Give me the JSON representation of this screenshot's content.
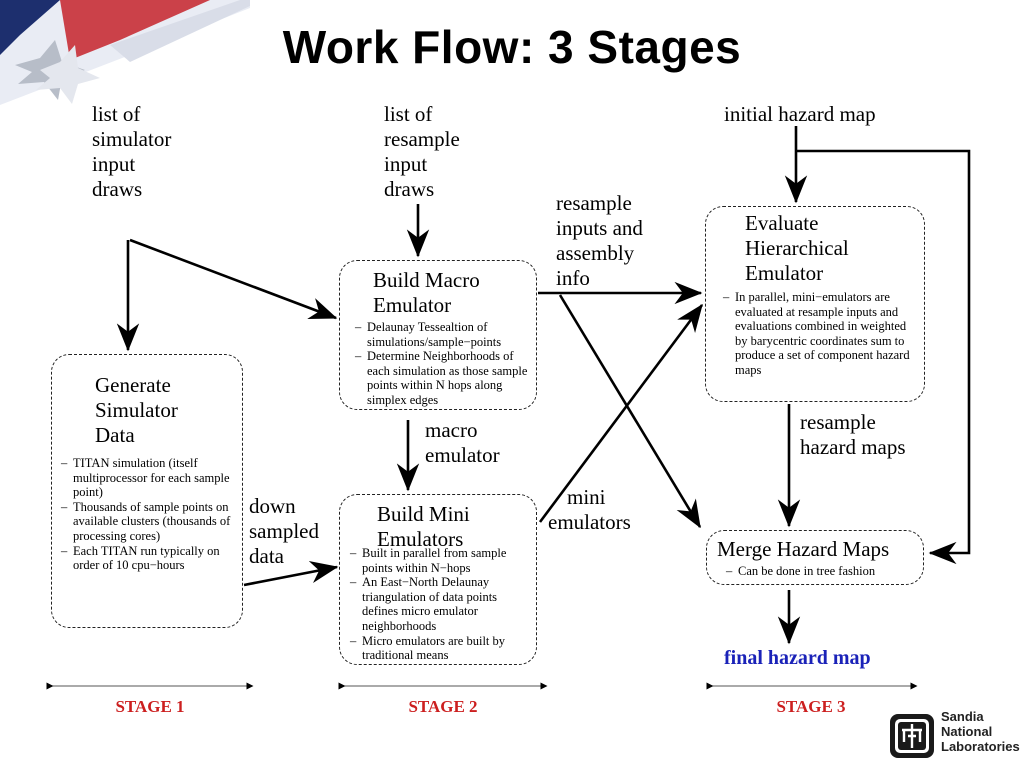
{
  "title": "Work  Flow:  3  Stages",
  "inputs": {
    "stage1_input": [
      "list of",
      "simulator",
      "input",
      "draws"
    ],
    "stage2_input": [
      "list of",
      "resample",
      "input",
      "draws"
    ],
    "stage3_input": "initial hazard map"
  },
  "edge_labels": {
    "resample_inputs": [
      "resample",
      "inputs and",
      "assembly",
      "info"
    ],
    "macro_emulator": [
      "macro",
      "emulator"
    ],
    "down_sampled": [
      "down",
      "sampled",
      "data"
    ],
    "mini_emulators": [
      "mini",
      "emulators"
    ],
    "resample_hazard_maps": [
      "resample",
      "hazard maps"
    ]
  },
  "boxes": {
    "generate": {
      "title": [
        "Generate",
        "Simulator",
        "Data"
      ],
      "items": [
        "TITAN simulation (itself multiprocessor for each sample point)",
        "Thousands of sample points on available clusters (thousands of processing cores)",
        "Each TITAN run typically on order of 10 cpu−hours"
      ]
    },
    "macro": {
      "title": [
        "Build Macro",
        "Emulator"
      ],
      "items": [
        "Delaunay Tessealtion of simulations/sample−points",
        "Determine Neighborhoods of each simulation as those sample points within N hops along simplex edges"
      ]
    },
    "mini": {
      "title": [
        "Build Mini",
        "Emulators"
      ],
      "items": [
        "Built in parallel from sample points within N−hops",
        "An East−North Delaunay triangulation of data points defines micro emulator neighborhoods",
        "Micro emulators are built by traditional means"
      ]
    },
    "evaluate": {
      "title": [
        "Evaluate",
        "Hierarchical",
        "Emulator"
      ],
      "items": [
        "In parallel, mini−emulators are evaluated at resample inputs and evaluations combined in weighted by barycentric coordinates sum to produce a set of component hazard maps"
      ]
    },
    "merge": {
      "title": [
        "Merge Hazard Maps"
      ],
      "items": [
        "Can be done in tree fashion"
      ]
    }
  },
  "output": "final hazard map",
  "stages": [
    "STAGE 1",
    "STAGE 2",
    "STAGE 3"
  ],
  "logo": {
    "lines": [
      "Sandia",
      "National",
      "Laboratories"
    ]
  },
  "colors": {
    "stage_red": "#cc1f1f",
    "final_blue": "#1a22b8",
    "flag_red": "#c8323a",
    "flag_blue": "#1d2f6e"
  }
}
